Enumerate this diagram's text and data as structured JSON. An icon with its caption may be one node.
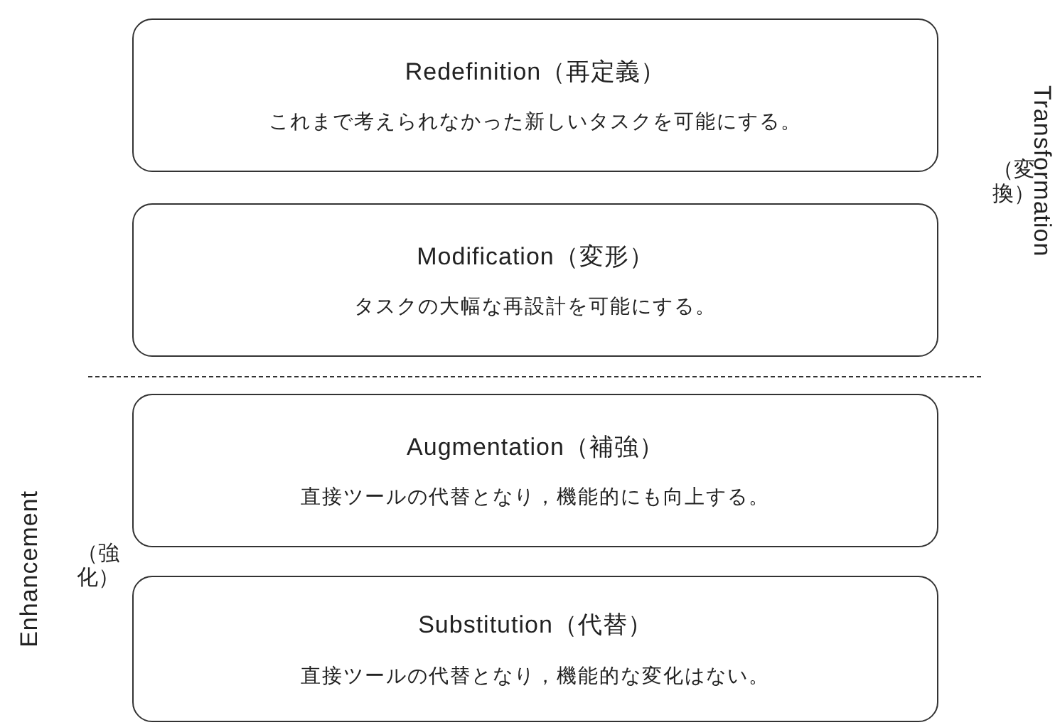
{
  "diagram": {
    "nodes": [
      {
        "text": [
          "Redefinition（再定義）",
          "これまで考えられなかった新しいタスクを可能にする。"
        ]
      },
      {
        "text": [
          "Modification（変形）",
          "タスクの大幅な再設計を可能にする。"
        ]
      },
      {
        "text": [
          "Augmentation（補強）",
          "直接ツールの代替となり，機能的にも向上する。"
        ]
      },
      {
        "text": [
          "Substitution（代替）",
          "直接ツールの代替となり，機能的な変化はない。"
        ]
      }
    ],
    "labels": [
      "Transformation",
      "（変換）",
      "Enhancement",
      "（強化）"
    ]
  }
}
